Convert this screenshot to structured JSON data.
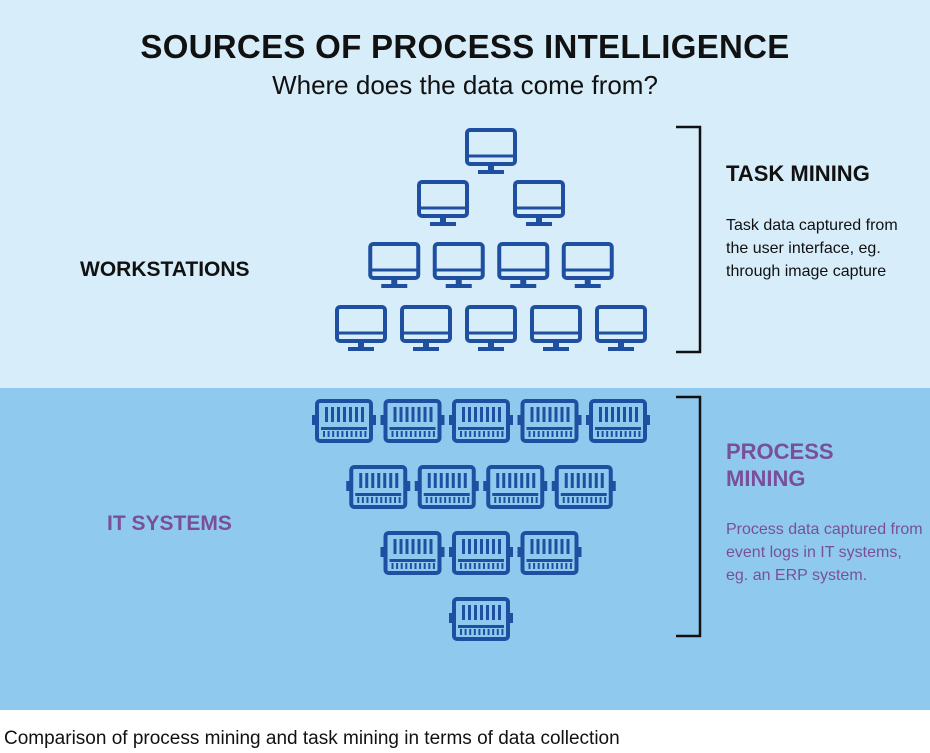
{
  "title": "SOURCES OF PROCESS INTELLIGENCE",
  "subtitle": "Where does the data come from?",
  "workstations": {
    "label": "WORKSTATIONS",
    "heading": "TASK MINING",
    "description": "Task data captured from the user interface, eg. through image capture",
    "icon": "monitor-icon",
    "rows": [
      1,
      2,
      4,
      5
    ]
  },
  "it_systems": {
    "label": "IT SYSTEMS",
    "heading": "PROCESS MINING",
    "description": "Process data captured from event logs in IT systems, eg. an ERP system.",
    "icon": "server-chip-icon",
    "rows": [
      5,
      4,
      3,
      1
    ]
  },
  "caption": "Comparison of process mining and task mining in terms of data collection",
  "colors": {
    "top_band": "#d7edfa",
    "bottom_band": "#8fcaee",
    "icon_blue": "#1f4fa0",
    "purple": "#7a4f9a",
    "text": "#111111"
  }
}
